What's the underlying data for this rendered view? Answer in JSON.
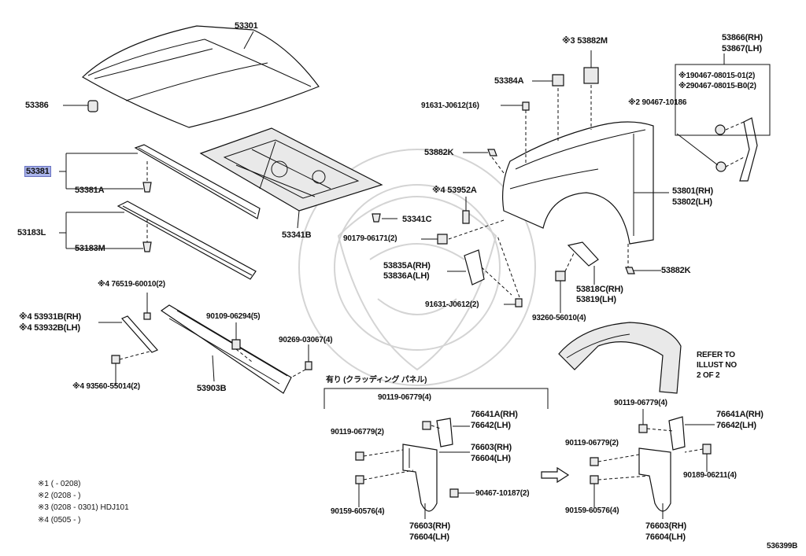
{
  "labels": {
    "l53301": "53301",
    "l53386": "53386",
    "l53381": "53381",
    "l53381A": "53381A",
    "l53183L": "53183L",
    "l53183M": "53183M",
    "l53341B": "53341B",
    "l53341C": "53341C",
    "l53882M": "※3 53882M",
    "l53384A": "53384A",
    "l91631a": "91631-J0612(16)",
    "l53882K_a": "53882K",
    "l53952A": "※4 53952A",
    "l90179": "90179-06171(2)",
    "l53835A": "53835A(RH)",
    "l53836A": "53836A(LH)",
    "l91631b": "91631-J0612(2)",
    "l53866": "53866(RH)",
    "l53867": "53867(LH)",
    "l190467": "※190467-08015-01(2)",
    "l290467": "※290467-08015-B0(2)",
    "l2_90467": "※2 90467-10186",
    "l53801": "53801(RH)",
    "l53802": "53802(LH)",
    "l53882K_b": "53882K",
    "l53818C": "53818C(RH)",
    "l53819": "53819(LH)",
    "l93260": "93260-56010(4)",
    "l76519": "※4 76519-60010(2)",
    "l53931B": "※4 53931B(RH)",
    "l53932B": "※4 53932B(LH)",
    "l90109": "90109-06294(5)",
    "l90269": "90269-03067(4)",
    "l93560": "※4 93560-55014(2)",
    "l53903B": "53903B",
    "lcladding": "有り (クラッディング パネル)",
    "l90119a": "90119-06779(4)",
    "l90119b": "90119-06779(2)",
    "l76641A_a": "76641A(RH)",
    "l76642_a": "76642(LH)",
    "l76603_a": "76603(RH)",
    "l76604_a": "76604(LH)",
    "l90467_10187": "90467-10187(2)",
    "l90159a": "90159-60576(4)",
    "l76603_b": "76603(RH)",
    "l76604_b": "76604(LH)",
    "l90119c": "90119-06779(4)",
    "l76641A_b": "76641A(RH)",
    "l76642_b": "76642(LH)",
    "l90119d": "90119-06779(2)",
    "l90189": "90189-06211(4)",
    "l90159b": "90159-60576(4)",
    "l76603_c": "76603(RH)",
    "l76604_c": "76604(LH)",
    "refer1": "REFER TO",
    "refer2": "ILLUST NO",
    "refer3": "2 OF 2",
    "diagram_id": "536399B"
  },
  "notes": [
    "※1 (       - 0208)",
    "※2 (0208 -       )",
    "※3 (0208 - 0301) HDJ101",
    "※4 (0505 -       )"
  ],
  "highlight_color": "#a9b3ea"
}
